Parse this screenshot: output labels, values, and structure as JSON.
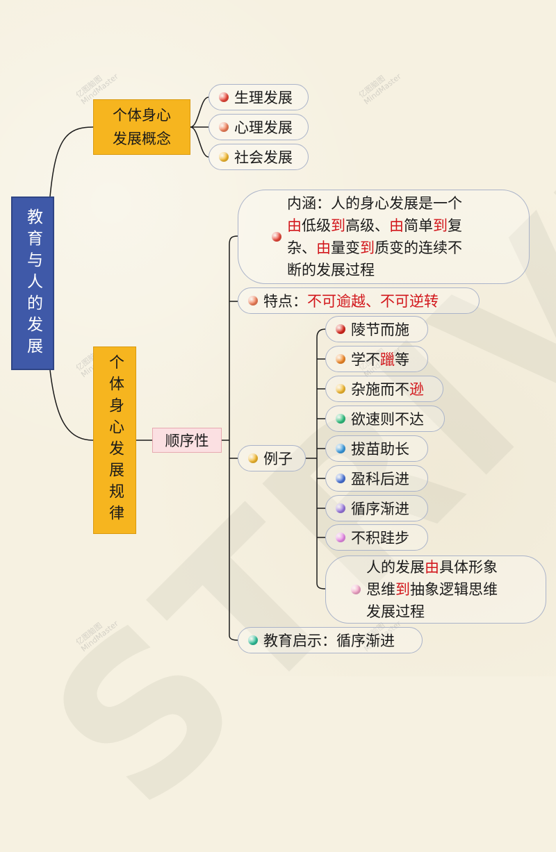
{
  "root": {
    "label": "教育与人的发展"
  },
  "concept": {
    "label_line1": "个体身心",
    "label_line2": "发展概念",
    "items": [
      {
        "label": "生理发展",
        "color": "#e8473a"
      },
      {
        "label": "心理发展",
        "color": "#f07f5a"
      },
      {
        "label": "社会发展",
        "color": "#f2b830"
      }
    ]
  },
  "laws": {
    "label": "个体身心发展规律",
    "order": {
      "label": "顺序性"
    },
    "meaning": {
      "line1": "内涵：人的身心发展是一个",
      "line2": [
        "由",
        "低级",
        "到",
        "高级、",
        "由",
        "简单",
        "到",
        "复"
      ],
      "line3": [
        "杂、",
        "由",
        "量变",
        "到",
        "质变的连续不"
      ],
      "line4": "断的发展过程",
      "color": "#e8473a"
    },
    "feature": {
      "prefix": "特点：",
      "value": "不可逾越、不可逆转",
      "color": "#f07f5a"
    },
    "examples": {
      "label": "例子",
      "color": "#f2b830",
      "items": [
        {
          "pre": "陵节而施",
          "hl": "",
          "post": "",
          "color": "#d9281f"
        },
        {
          "pre": "学不",
          "hl": "躐",
          "post": "等",
          "color": "#f28a2a"
        },
        {
          "pre": "杂施而不",
          "hl": "逊",
          "post": "",
          "color": "#f2b830"
        },
        {
          "pre": "欲速则不达",
          "hl": "",
          "post": "",
          "color": "#2fbf7f"
        },
        {
          "pre": "拔苗助长",
          "hl": "",
          "post": "",
          "color": "#3a9be0"
        },
        {
          "pre": "盈科后进",
          "hl": "",
          "post": "",
          "color": "#4a74d8"
        },
        {
          "pre": "循序渐进",
          "hl": "",
          "post": "",
          "color": "#9a78e0"
        },
        {
          "pre": "不积跬步",
          "hl": "",
          "post": "",
          "color": "#e88ae8"
        }
      ],
      "concrete": {
        "line1": [
          "人的发展",
          "由",
          "具体形象"
        ],
        "line2": [
          "思维",
          "到",
          "抽象逻辑思维"
        ],
        "line3": "发展过程",
        "color": "#f2a4c8"
      }
    },
    "implication": {
      "label": "教育启示：循序渐进",
      "color": "#2fbf9a"
    }
  },
  "watermark": {
    "big": "STRIVE",
    "logo_line1": "亿图脑图",
    "logo_line2": "MindMaster"
  }
}
